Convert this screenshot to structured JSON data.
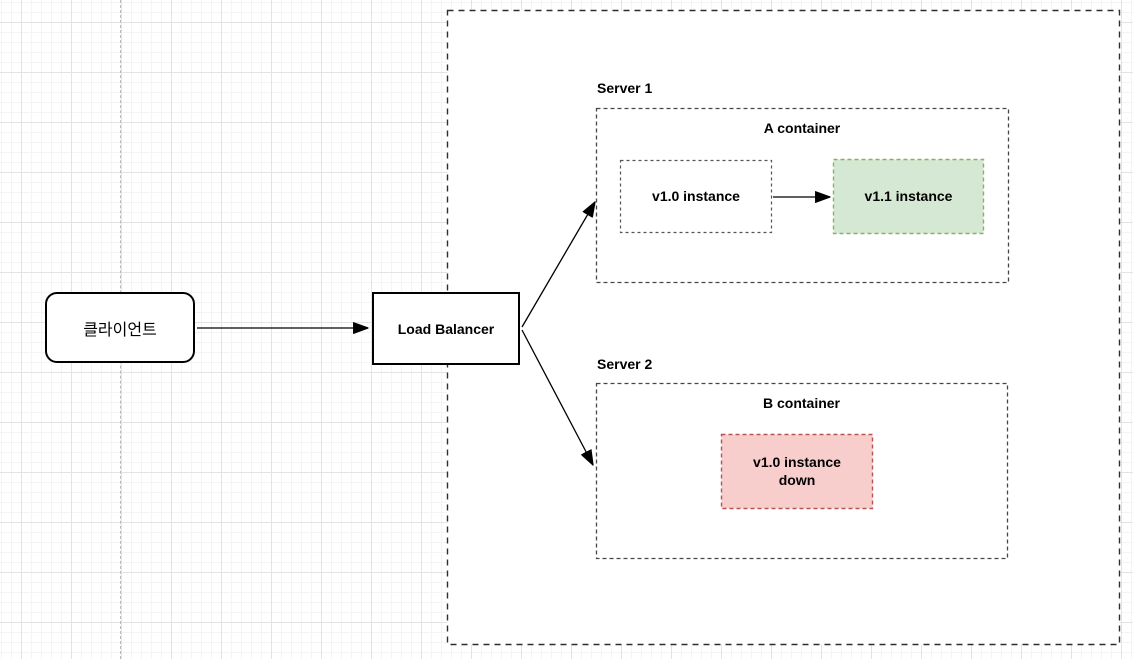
{
  "diagram": {
    "client_label": "클라이언트",
    "load_balancer_label": "Load Balancer",
    "server1_label": "Server 1",
    "a_container_label": "A container",
    "v10_label": "v1.0 instance",
    "v11_label": "v1.1 instance",
    "server2_label": "Server 2",
    "b_container_label": "B container",
    "v10_down_label": "v1.0 instance down"
  },
  "colors": {
    "healthy_fill": "#d5e8d4",
    "healthy_stroke": "#82b366",
    "down_fill": "#f8cecc",
    "down_stroke": "#b85450",
    "container_stroke": "#2e2e2e",
    "server_stroke": "#474747",
    "arrow_stroke": "#000000"
  }
}
